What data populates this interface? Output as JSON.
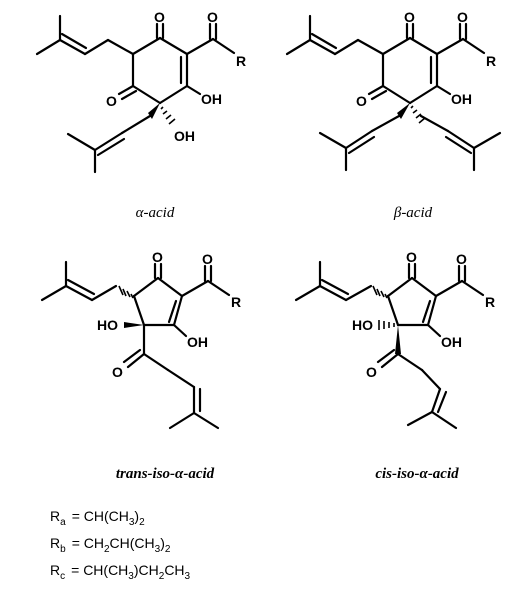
{
  "structures": [
    {
      "caption": "α-acid",
      "atoms": {
        "o_top": "O",
        "o_acyl": "O",
        "r": "R",
        "oh_enol": "OH",
        "o_left": "O",
        "oh_tert": "OH"
      }
    },
    {
      "caption": "β-acid",
      "atoms": {
        "o_top": "O",
        "o_acyl": "O",
        "r": "R",
        "oh_enol": "OH",
        "o_left": "O"
      }
    },
    {
      "caption": "trans-iso-α-acid",
      "atoms": {
        "o_top": "O",
        "o_acyl": "O",
        "r": "R",
        "ho": "HO",
        "oh_enol": "OH",
        "o_side": "O"
      }
    },
    {
      "caption": "cis-iso-α-acid",
      "atoms": {
        "o_top": "O",
        "o_acyl": "O",
        "r": "R",
        "ho": "HO",
        "oh_enol": "OH",
        "o_side": "O"
      }
    }
  ],
  "legend": [
    {
      "label": "R",
      "sub": "a",
      "formula": "= CH(CH",
      "f_sub1": "3",
      "f_tail": ")",
      "f_sub2": "2",
      "f_end": ""
    },
    {
      "label": "R",
      "sub": "b",
      "formula": "= CH",
      "f_sub1": "2",
      "f_tail": "CH(CH",
      "f_sub2": "3",
      "f_end": ")",
      "f_sub3": "2"
    },
    {
      "label": "R",
      "sub": "c",
      "formula": "= CH(CH",
      "f_sub1": "3",
      "f_tail": ")CH",
      "f_sub2": "2",
      "f_end": "CH",
      "f_sub3": "3"
    }
  ]
}
